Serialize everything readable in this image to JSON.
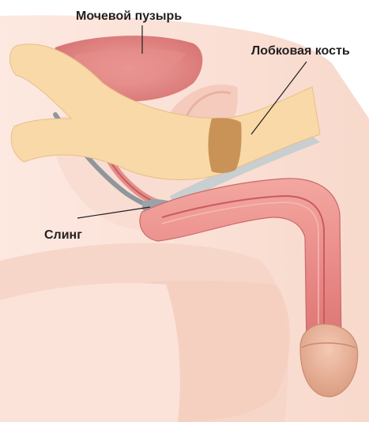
{
  "labels": {
    "bladder": "Мочевой пузырь",
    "pubic_bone": "Лобковая кость",
    "sling": "Слинг"
  },
  "colors": {
    "skin_light": "#fbe7de",
    "skin_mid": "#f7d4c6",
    "skin_shadow": "#f0c0ad",
    "bone": "#f9d9a8",
    "bone_band": "#c99358",
    "urethra": "#e58e8c",
    "urethra_dark": "#c95b5e",
    "bladder": "#e59290",
    "sling": "#9aa3a8",
    "glans": "#eab49a"
  }
}
